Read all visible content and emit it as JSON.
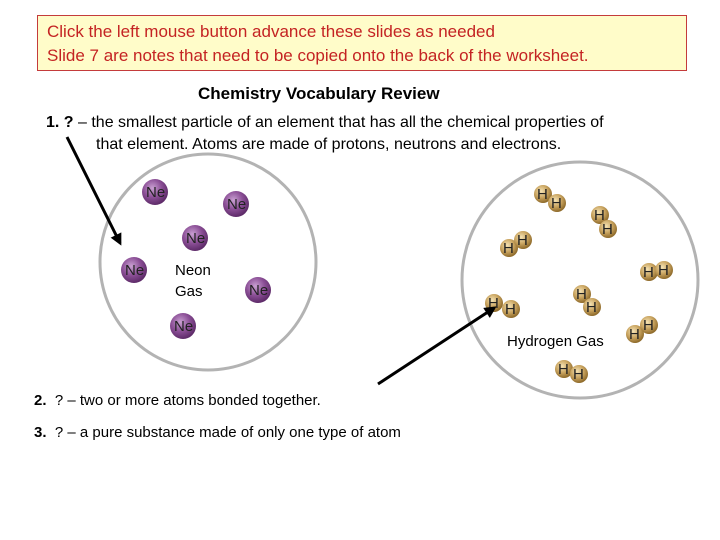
{
  "banner": {
    "line1": "Click the left mouse button advance these slides as needed",
    "line2": "Slide 7 are notes that need to be copied onto the back of the worksheet."
  },
  "title": "Chemistry Vocabulary Review",
  "definitions": {
    "d1_num": "1. ?",
    "d1_line1": " – the smallest particle of an element that has all the chemical properties of",
    "d1_line2": "that element. Atoms are made of protons, neutrons and electrons.",
    "d2_num": "2.",
    "d2_text": "? – two or more atoms bonded together.",
    "d3_num": "3.",
    "d3_text": "? – a pure substance made of only one type of atom"
  },
  "neon": {
    "caption1": "Neon",
    "caption2": "Gas",
    "atom_label": "Ne"
  },
  "hydrogen": {
    "caption": "Hydrogen Gas",
    "atom_label": "H"
  },
  "colors": {
    "banner_bg": "#fffcc9",
    "banner_border": "#c43b3b",
    "banner_text": "#c42323",
    "neon_atom": "#7a3f82",
    "hydrogen_atom": "#b48a38"
  },
  "icons": {
    "arrow1": "arrow-to-neon-atom",
    "arrow2": "arrow-to-hydrogen-atom"
  }
}
